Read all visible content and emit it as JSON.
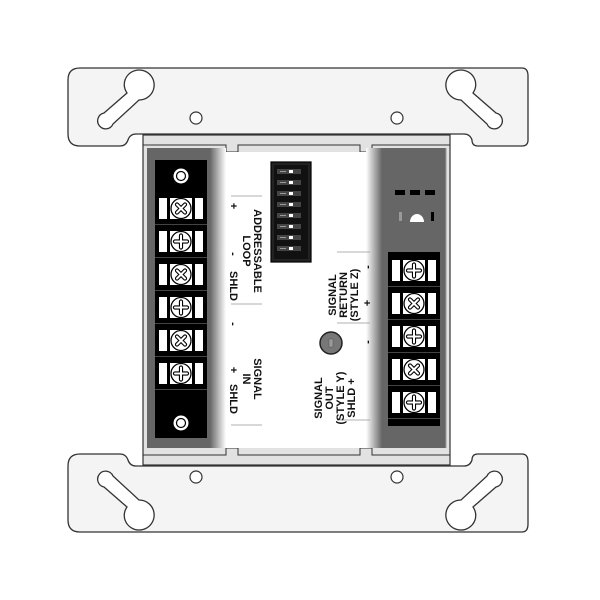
{
  "diagram": {
    "type": "device-wiring-diagram",
    "subject": "Addressable control module with mounting plate",
    "colors": {
      "plate_fill": "#f4f4f4",
      "outline": "#333333",
      "terminal_block": "#000000",
      "side_panel": "#666666",
      "center_panel": "#ffffff",
      "frame_strip": "#e2e2e2"
    },
    "left_terminals": {
      "count": 6,
      "screw_types": [
        "x",
        "plus",
        "x",
        "plus",
        "x",
        "plus"
      ],
      "end_caps": [
        "top-cap",
        "bottom-cap"
      ]
    },
    "right_terminals": {
      "count": 5,
      "screw_types": [
        "plus",
        "x",
        "plus",
        "x",
        "plus"
      ]
    },
    "labels": {
      "addressable_loop": {
        "title": "ADDRESSABLE\nLOOP",
        "plus": "+",
        "minus": "-",
        "shld": "SHLD"
      },
      "signal_in": {
        "title": "SIGNAL\nIN",
        "minus": "-",
        "plus": "+",
        "shld": "SHLD"
      },
      "signal_return": {
        "title": "SIGNAL\nRETURN\n(STYLE Z)",
        "minus": "-",
        "plus": "+"
      },
      "signal_out": {
        "title": "SIGNAL\nOUT\n(STYLE Y)\nSHLD +",
        "minus": "-"
      }
    },
    "dip_switch": {
      "positions": 8
    },
    "indicators": {
      "led_dashes": 3,
      "status_led": "half-dome"
    },
    "test_button": {
      "shape": "round"
    },
    "mounting_holes": {
      "keyholes": 4,
      "round_holes": 4
    }
  }
}
